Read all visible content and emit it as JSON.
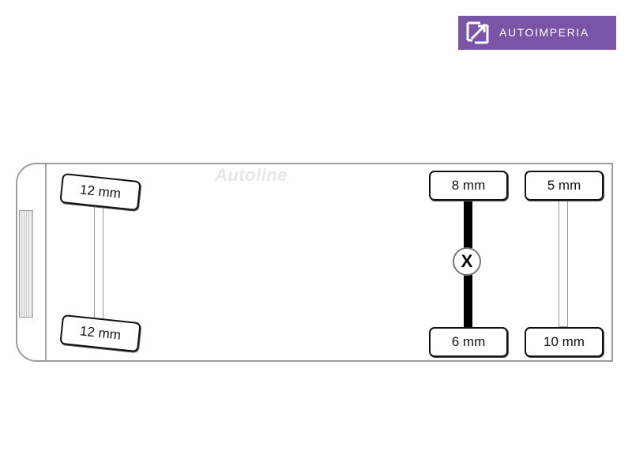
{
  "brand": {
    "name": "AUTOIMPERIA",
    "color": "#7b55a5",
    "icon": "arrows-square-icon"
  },
  "watermark": "Autoline",
  "axles": [
    {
      "position": "front",
      "axle_type": "steering",
      "left_tyre_tread": "12 mm",
      "right_tyre_tread": "12 mm"
    },
    {
      "position": "middle",
      "axle_type": "drive",
      "left_tyre_tread": "8 mm",
      "right_tyre_tread": "6 mm",
      "differential_lock_marker": "X"
    },
    {
      "position": "rear",
      "axle_type": "tag",
      "left_tyre_tread": "5 mm",
      "right_tyre_tread": "10 mm"
    }
  ]
}
